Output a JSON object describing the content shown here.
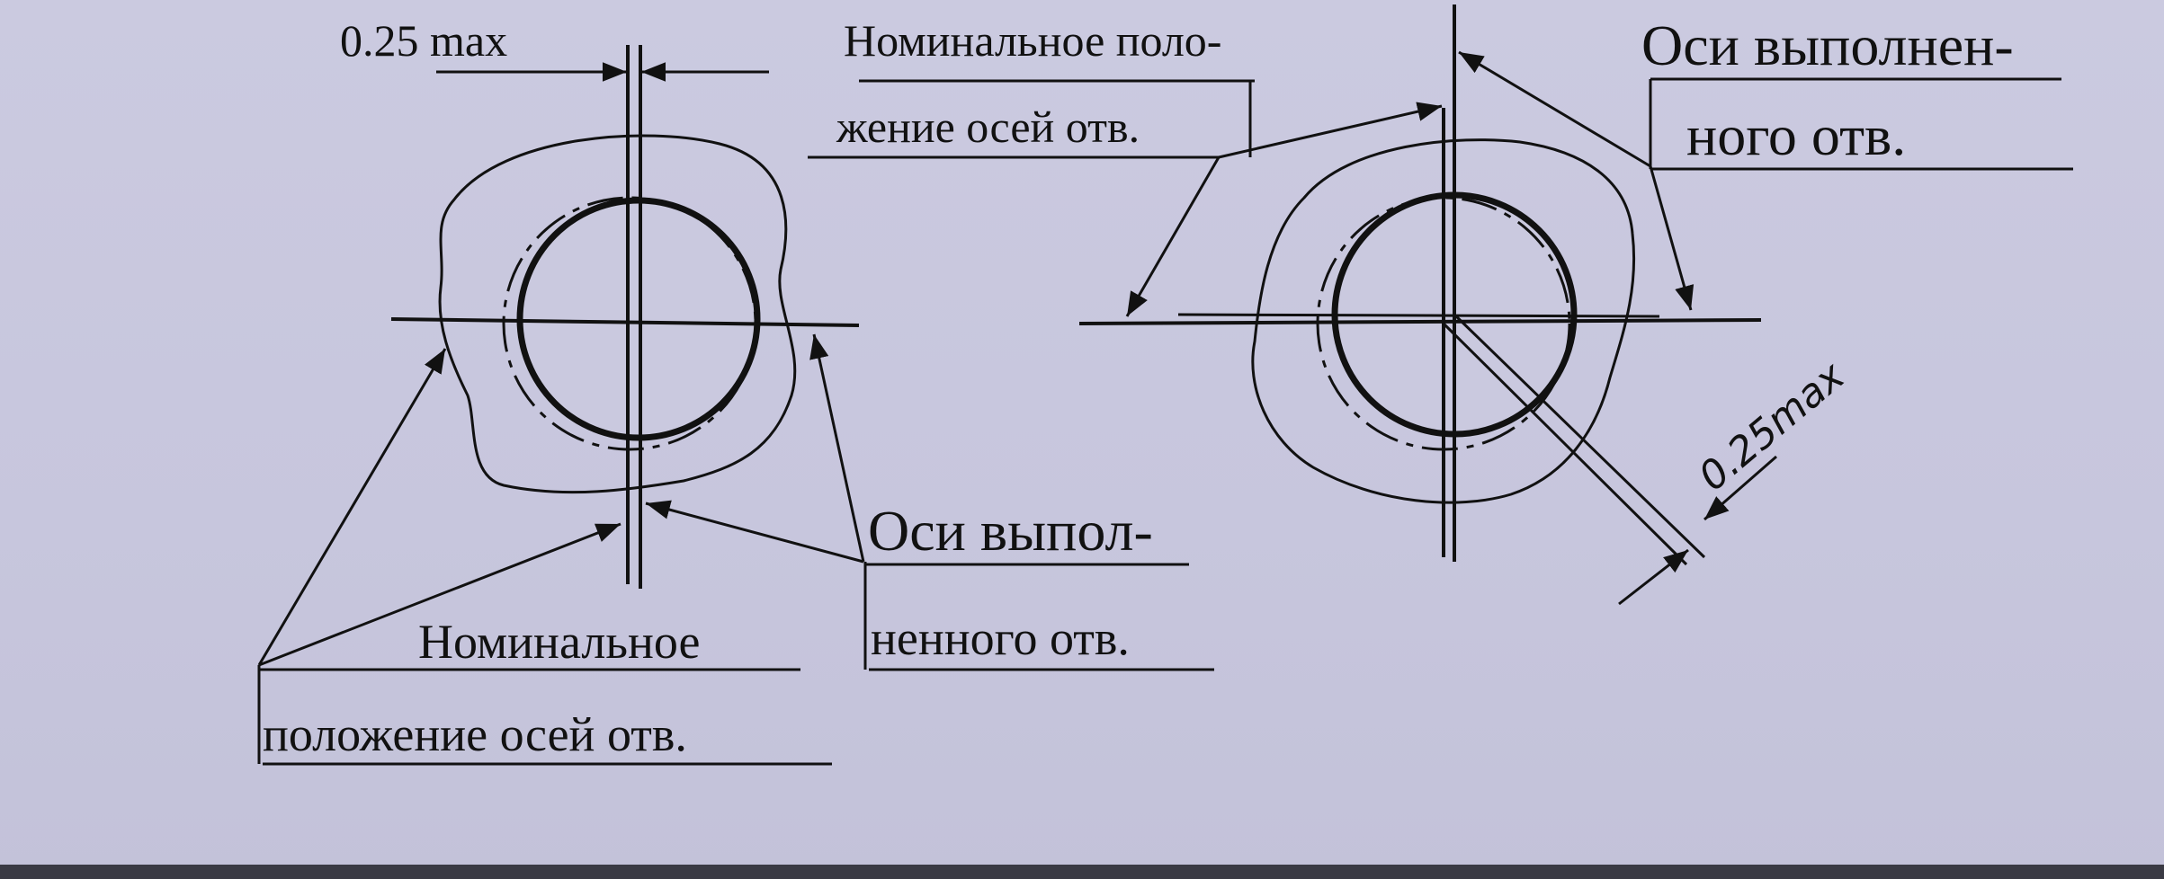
{
  "left_figure": {
    "deviation_label": "0.25 max",
    "nominal_axes_label_line1": "Номинальное",
    "nominal_axes_label_line2": "положение осей отв.",
    "actual_axes_label_line1": "Оси выпол-",
    "actual_axes_label_line2": "ненного отв."
  },
  "right_figure": {
    "nominal_axes_label_line1": "Номинальное поло-",
    "nominal_axes_label_line2": "жение осей отв.",
    "actual_axes_label_line1": "Оси выполнен-",
    "actual_axes_label_line2": "ного отв.",
    "deviation_label": "0.25max"
  },
  "colors": {
    "paper": "#c9c8de",
    "ink": "#111111"
  }
}
